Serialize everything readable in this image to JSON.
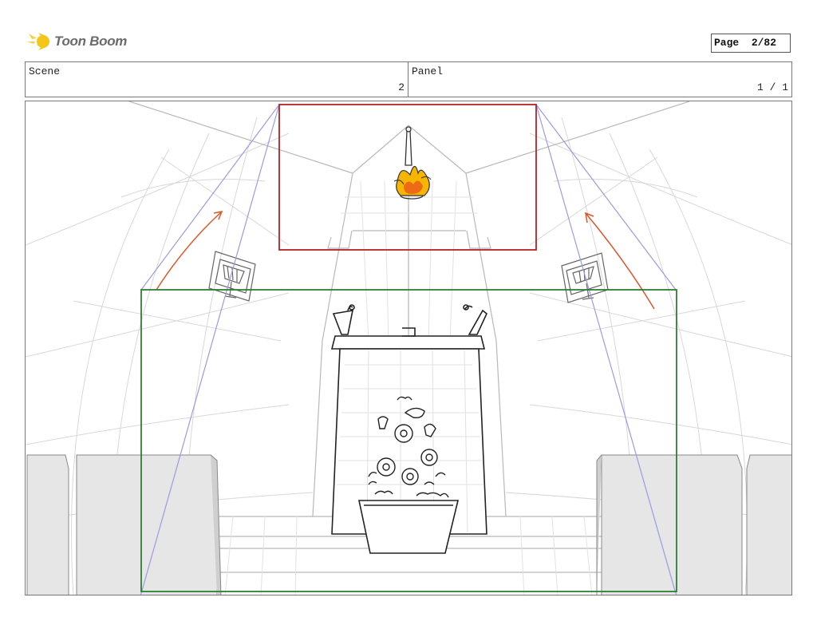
{
  "brand": {
    "name": "Toon Boom"
  },
  "page": {
    "label": "Page",
    "number": "2/82"
  },
  "header": {
    "scene_label": "Scene",
    "scene_value": "2",
    "panel_label": "Panel",
    "panel_value": "1 / 1"
  },
  "colors": {
    "action_arrow": "#d9572b",
    "camera_start_frame": "#b22222",
    "camera_end_frame": "#2e7d32",
    "perspective_guides": "#9b9be0"
  }
}
